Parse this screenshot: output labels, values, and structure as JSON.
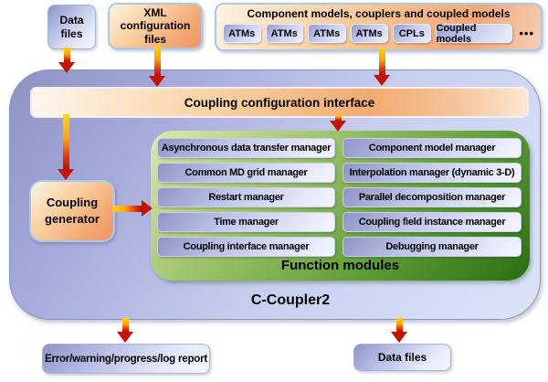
{
  "sources": {
    "data_files_label": "Data files",
    "xml_config_label": "XML configuration files",
    "component_models": {
      "title": "Component models, couplers and coupled models",
      "boxes": [
        "ATMs",
        "ATMs",
        "ATMs",
        "ATMs",
        "CPLs",
        "Coupled models"
      ],
      "more_indicator": "•••"
    }
  },
  "coupler": {
    "name": "C-Coupler2",
    "config_interface_label": "Coupling configuration interface",
    "coupling_generator_label": "Coupling generator",
    "function_modules": {
      "title": "Function modules",
      "left": [
        "Asynchronous data transfer manager",
        "Common MD grid manager",
        "Restart manager",
        "Time manager",
        "Coupling interface manager"
      ],
      "right": [
        "Component model manager",
        "Interpolation manager (dynamic 3-D)",
        "Parallel decomposition manager",
        "Coupling field instance manager",
        "Debugging manager"
      ]
    }
  },
  "outputs": {
    "report_label": "Error/warning/progress/log report",
    "data_files_label": "Data files"
  },
  "colors": {
    "arrow_yellow": "#ffd60a",
    "arrow_red": "#c41301",
    "green_dark": "#2a6e12",
    "green_light": "#dcebae",
    "orange_accent": "#f2a36e",
    "lavender_dark": "#8f94c5",
    "lavender_light": "#f4f6fe"
  }
}
